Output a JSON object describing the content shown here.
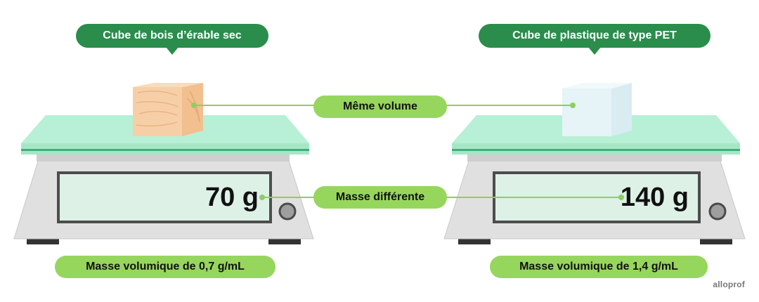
{
  "left_object": {
    "label": "Cube de bois d’érable sec",
    "mass_reading": "70 g",
    "density_label": "Masse volumique de 0,7 g/mL"
  },
  "right_object": {
    "label": "Cube de plastique de type PET",
    "mass_reading": "140 g",
    "density_label": "Masse volumique de 1,4 g/mL"
  },
  "comparison": {
    "same_volume": "Même volume",
    "different_mass": "Masse différente"
  },
  "brand": "alloprof",
  "colors": {
    "bubble_green": "#2a8d4b",
    "pill_green": "#97d65d",
    "connector_green": "#8fcf5a",
    "tray_mint": "#b7f0d6",
    "scale_gray": "#e0e0e0",
    "display_mint": "#ddf1e7",
    "wood": "#f5caa0",
    "plastic": "#e3f2f6"
  }
}
